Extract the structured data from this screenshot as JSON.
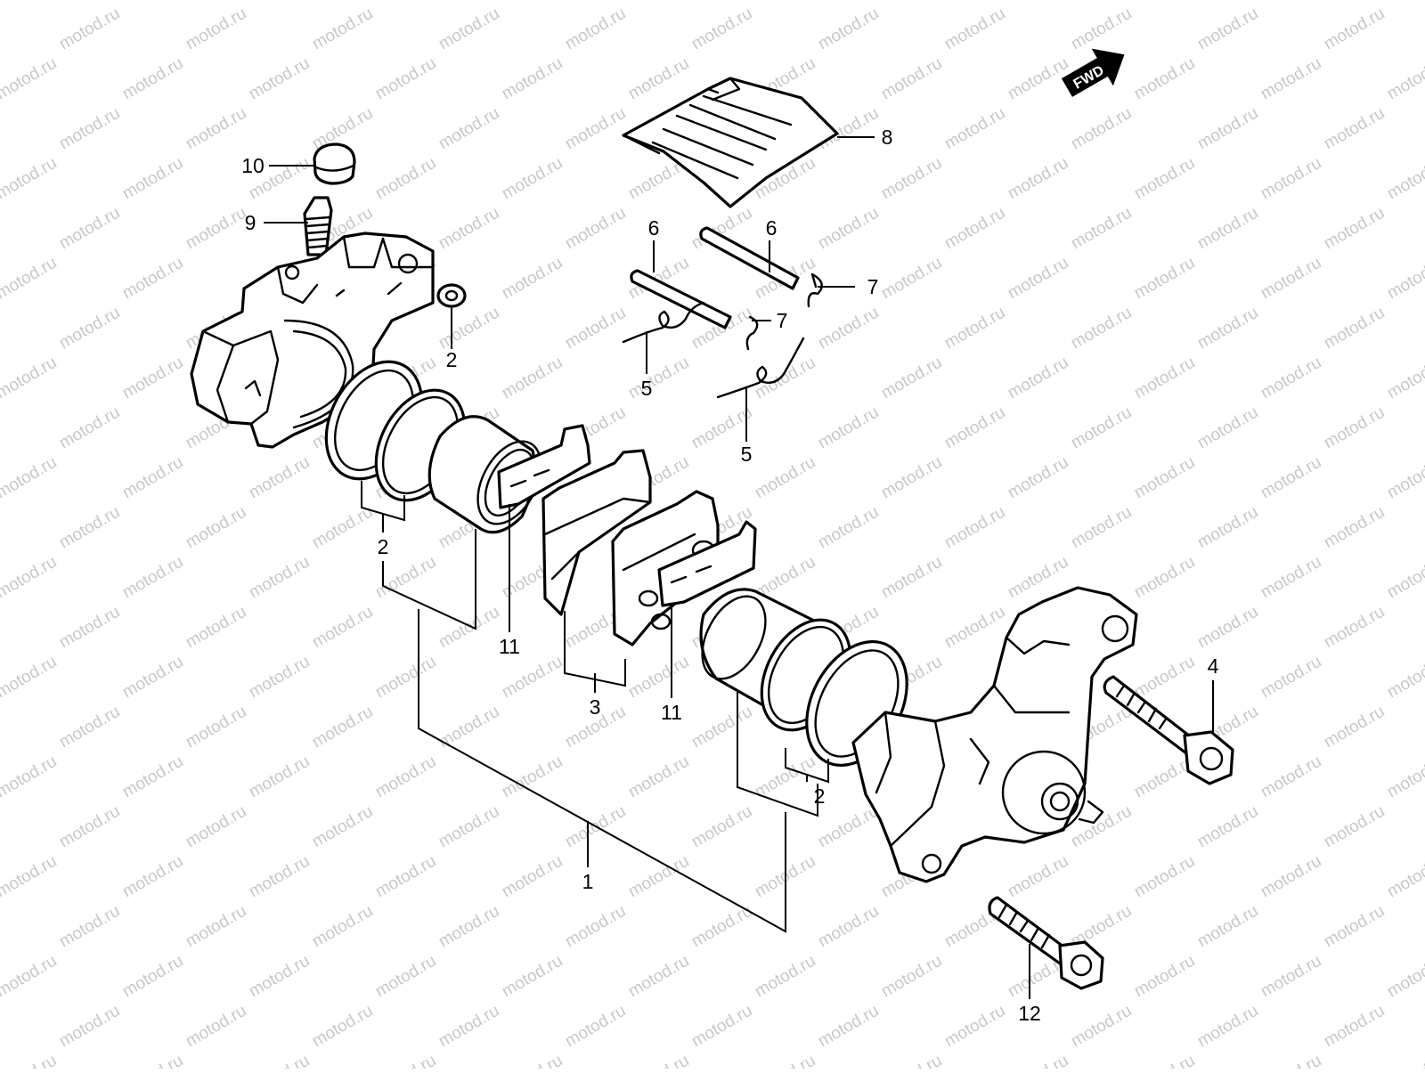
{
  "diagram": {
    "watermark_text": "motod.ru",
    "direction_badge": "FWD",
    "callouts": {
      "c1": "1",
      "c2a": "2",
      "c2b": "2",
      "c2c": "2",
      "c3": "3",
      "c4": "4",
      "c5a": "5",
      "c5b": "5",
      "c6a": "6",
      "c6b": "6",
      "c7a": "7",
      "c7b": "7",
      "c8": "8",
      "c9": "9",
      "c10": "10",
      "c11a": "11",
      "c11b": "11",
      "c12": "12"
    }
  }
}
